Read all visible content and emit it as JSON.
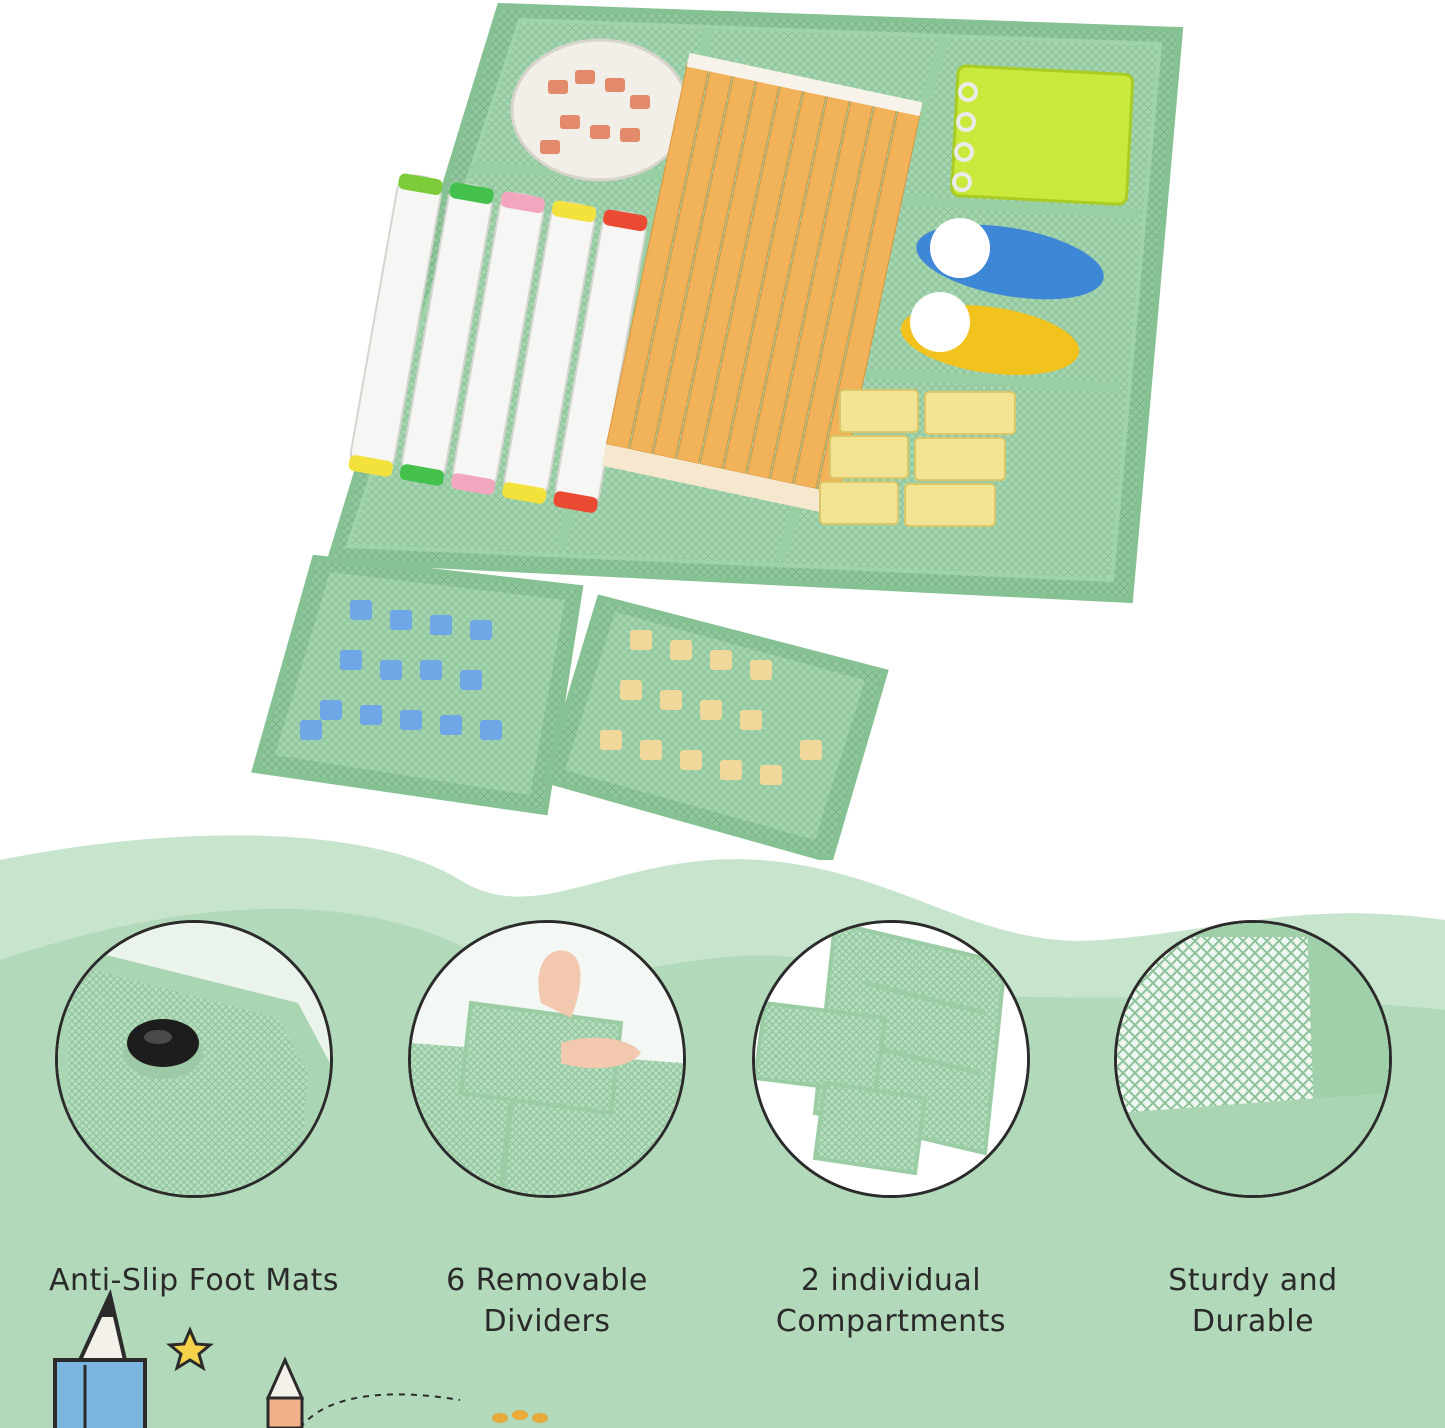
{
  "colors": {
    "mint": "#9ccfa8",
    "mint_dark": "#7fbb8c",
    "band": "#b3d9bb",
    "band_light": "#c7e4cc"
  },
  "features": [
    {
      "label": "Anti-Slip Foot Mats",
      "icon": "foot-mat-closeup-icon"
    },
    {
      "label": "6 Removable Dividers",
      "icon": "divider-hand-icon"
    },
    {
      "label": "2 individual Compartments",
      "icon": "compartments-icon"
    },
    {
      "label": "Sturdy and Durable",
      "icon": "mesh-corner-icon"
    }
  ],
  "feature_lines": [
    [
      "Anti-Slip Foot Mats"
    ],
    [
      "6 Removable",
      "Dividers"
    ],
    [
      "2 individual",
      "Compartments"
    ],
    [
      "Sturdy and Durable"
    ]
  ]
}
